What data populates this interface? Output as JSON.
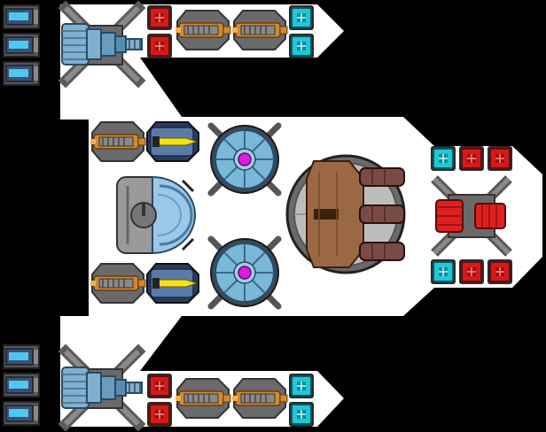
{
  "ship": {
    "hull_color": "#ffffff",
    "background_color": "#000000",
    "modules": {
      "engine_pod": {
        "icon": "engine-pod",
        "colors": {
          "body": "#7fb0d0",
          "dark": "#4a6b80",
          "frame": "#5a5a5a"
        }
      },
      "fuel_cell": {
        "icon": "fuel-cell",
        "colors": {
          "body": "#3a5070",
          "glow": "#4ec8f0"
        }
      },
      "red_block": {
        "icon": "red-block",
        "colors": {
          "body": "#d41a1a",
          "dark": "#6a0b0b"
        }
      },
      "cyan_block": {
        "icon": "cyan-block",
        "colors": {
          "body": "#1ec8d8",
          "dark": "#0b5a64"
        }
      },
      "gold_cannon": {
        "icon": "gold-cannon",
        "colors": {
          "body": "#d08a30",
          "barrel": "#8a8a8a"
        }
      },
      "yellow_missile": {
        "icon": "yellow-missile",
        "colors": {
          "body": "#f4e21a",
          "housing": "#2a3a60"
        }
      },
      "shield_turret": {
        "icon": "shield-turret",
        "colors": {
          "body": "#7ab8d8",
          "core": "#e01ae0"
        }
      },
      "cockpit": {
        "icon": "cockpit",
        "colors": {
          "body": "#9ac8e8",
          "frame": "#777"
        }
      },
      "main_cannon": {
        "icon": "triple-cannon",
        "colors": {
          "housing": "#9b6845",
          "barrel": "#7a4a44",
          "ring": "#777"
        }
      },
      "red_engine": {
        "icon": "red-engine",
        "colors": {
          "body": "#e02020",
          "frame": "#5a5a5a"
        }
      }
    }
  }
}
